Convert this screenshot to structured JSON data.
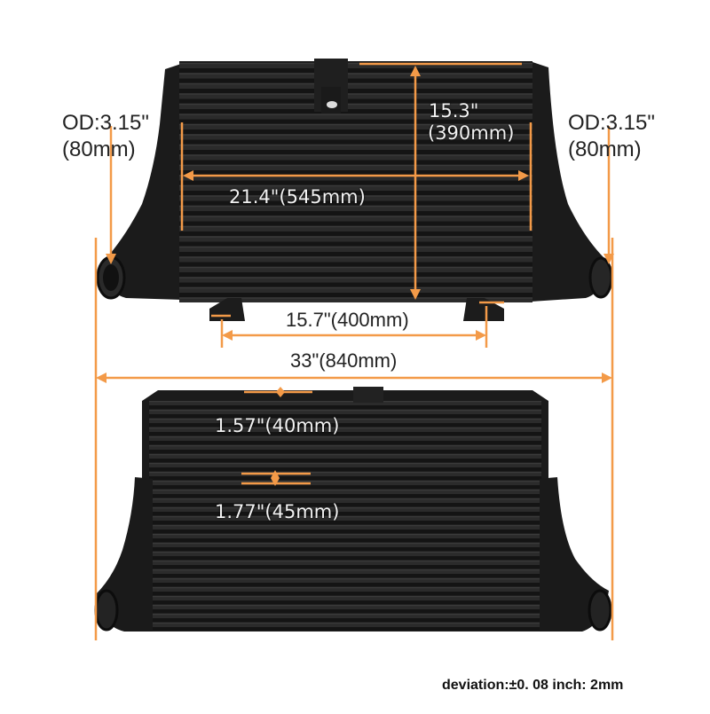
{
  "colors": {
    "accent": "#f39a48",
    "body": "#1b1b1b",
    "fin": "#2c2c2c",
    "background": "#ffffff"
  },
  "labels": {
    "od_left_1": "OD:3.15\"",
    "od_left_2": "(80mm)",
    "od_right_1": "OD:3.15\"",
    "od_right_2": "(80mm)",
    "height_1": "15.3\"",
    "height_2": "(390mm)",
    "core_width": "21.4\"(545mm)",
    "feet_spacing": "15.7\"(400mm)",
    "total_width": "33\"(840mm)",
    "top_thickness": "1.57\"(40mm)",
    "bottom_thickness": "1.77\"(45mm)"
  },
  "footnote": "deviation:±0. 08 inch: 2mm"
}
